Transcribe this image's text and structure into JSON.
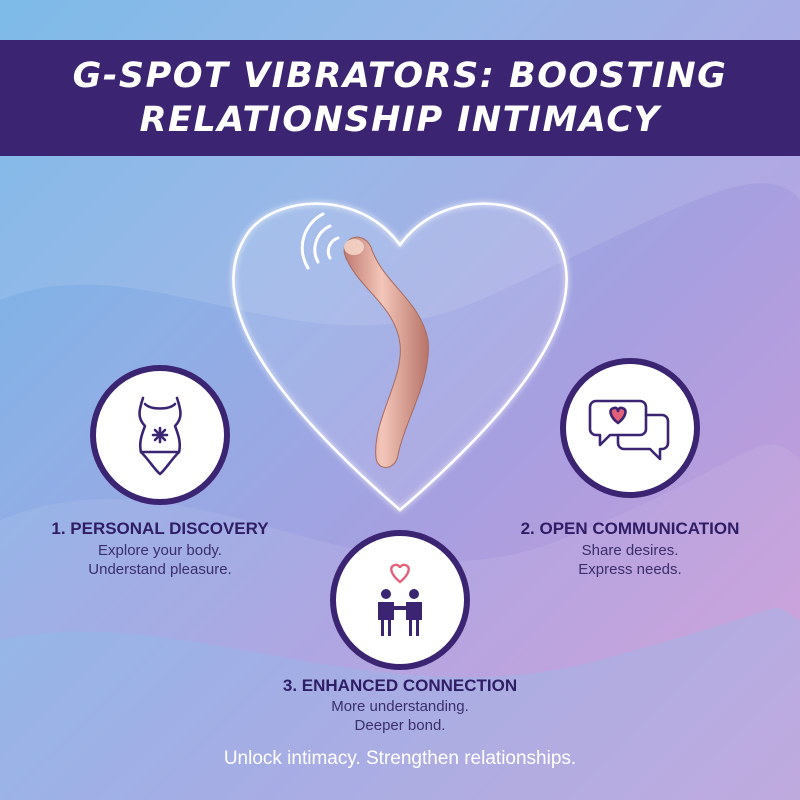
{
  "header": {
    "title_line1": "G-SPOT VIBRATORS: BOOSTING",
    "title_line2": "RELATIONSHIP INTIMACY"
  },
  "features": [
    {
      "title": "1. PERSONAL DISCOVERY",
      "line1": "Explore your body.",
      "line2": "Understand pleasure.",
      "icon": "body-silhouette-icon"
    },
    {
      "title": "2. OPEN COMMUNICATION",
      "line1": "Share desires.",
      "line2": "Express needs.",
      "icon": "chat-bubbles-heart-icon"
    },
    {
      "title": "3. ENHANCED CONNECTION",
      "line1": "More understanding.",
      "line2": "Deeper bond.",
      "icon": "couple-heart-icon"
    }
  ],
  "tagline": "Unlock intimacy. Strengthen relationships.",
  "colors": {
    "banner": "#3b2472",
    "accent_text": "#2f1d66",
    "product": "#e0a89a",
    "background_start": "#6fb4e6",
    "background_end": "#d29ad6"
  }
}
